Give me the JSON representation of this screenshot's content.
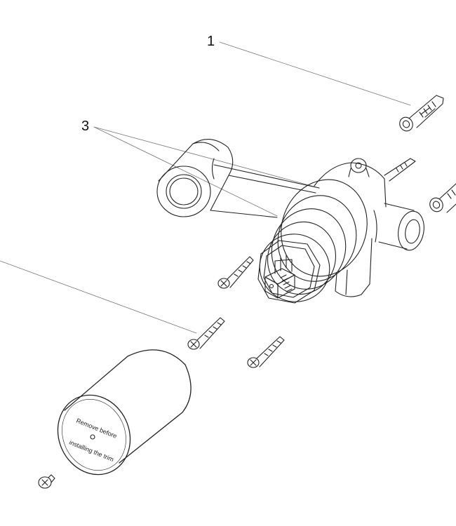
{
  "callouts": [
    {
      "label": "1"
    },
    {
      "label": "3"
    }
  ],
  "protective_cap": {
    "text_line1": "Remove before",
    "text_line2": "installing the trim"
  },
  "colors": {
    "stroke": "#222222",
    "leader": "#777777",
    "background": "#ffffff"
  }
}
